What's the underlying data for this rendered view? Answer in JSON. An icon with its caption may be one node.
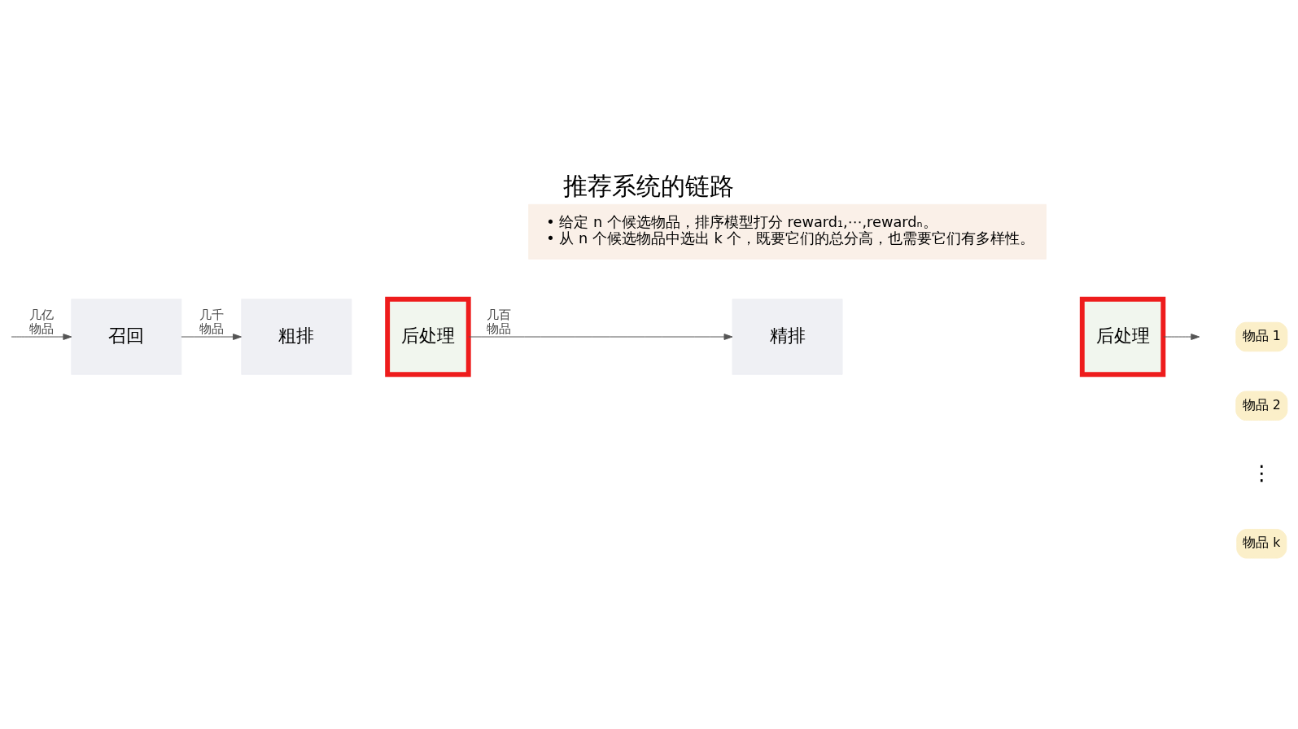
{
  "diagram": {
    "title": "推荐系统的链路",
    "nodes": [
      {
        "text": [
          "召回"
        ]
      },
      {
        "text": [
          "粗排"
        ]
      },
      {
        "text": [
          "后处理"
        ]
      },
      {
        "text": [
          "精排"
        ]
      },
      {
        "text": [
          "后处理"
        ]
      },
      {
        "text": [
          "物品 1"
        ]
      },
      {
        "text": [
          "物品 2"
        ]
      },
      {
        "text": [
          "物品 k"
        ]
      },
      {
        "text": [
          "• 给定 n 个候选物品，排序模型打分 reward₁,⋯,rewardₙ。",
          "• 从 n 个候选物品中选出 k 个，既要它们的总分高，也需要它们有多样性。"
        ]
      }
    ],
    "edges": [
      {
        "from": null,
        "to": 0,
        "arrow": "to",
        "label": "几亿物品"
      },
      {
        "from": 0,
        "to": 1,
        "arrow": "to",
        "label": "几千物品"
      },
      {
        "from": 2,
        "to": 3,
        "arrow": "to",
        "label": "几百物品"
      },
      {
        "from": 4,
        "to": null,
        "arrow": "to"
      }
    ],
    "labels": [
      "⋮"
    ]
  }
}
